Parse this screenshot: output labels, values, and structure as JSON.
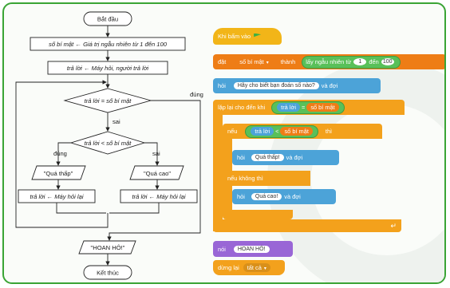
{
  "flowchart": {
    "start": "Bắt đầu",
    "init": "số bí mật ← Giá trị ngẫu nhiên từ 1 đến 100",
    "ask": "trả lời ← Máy hỏi, người trả lời",
    "cond_equal": "trả lời = số bí mật",
    "label_no_1": "sai",
    "label_yes_1": "đúng",
    "cond_less": "trả lời < số bí mật",
    "label_yes_2": "đúng",
    "label_no_2": "sai",
    "out_low": "\"Quá thấp\"",
    "out_high": "\"Quá cao\"",
    "reask_left": "trả lời ← Máy hỏi lại",
    "reask_right": "trả lời ← Máy hỏi lại",
    "out_win": "\"HOAN HÔ!\"",
    "end": "Kết thúc"
  },
  "scratch": {
    "when_clicked": "Khi bấm vào",
    "set": "đặt",
    "var_secret": "số bí mật",
    "to": "thành",
    "random_pick": "lấy ngẫu nhiên từ",
    "random_from": "1",
    "random_to_word": "đến",
    "random_to": "100",
    "ask": "hỏi",
    "ask_text": "Hãy cho biết bạn đoán số nào?",
    "and_wait": "và đợi",
    "repeat_until": "lặp lại cho đến khi",
    "answer": "trả lời",
    "eq_sign": "=",
    "lt_sign": "<",
    "if": "nếu",
    "then": "thì",
    "too_low": "Quá thấp!",
    "else": "nếu không thì",
    "too_high": "Quá cao!",
    "say": "nói",
    "win": "HOAN HÔ!",
    "stop": "dừng lại",
    "stop_all": "tất cả"
  },
  "colors": {
    "frame": "#3aa435",
    "events": "#f2b518",
    "variables": "#ee7d16",
    "sensing": "#4ca3d8",
    "control": "#f3a11c",
    "operators": "#59c059",
    "looks": "#9966d6"
  }
}
